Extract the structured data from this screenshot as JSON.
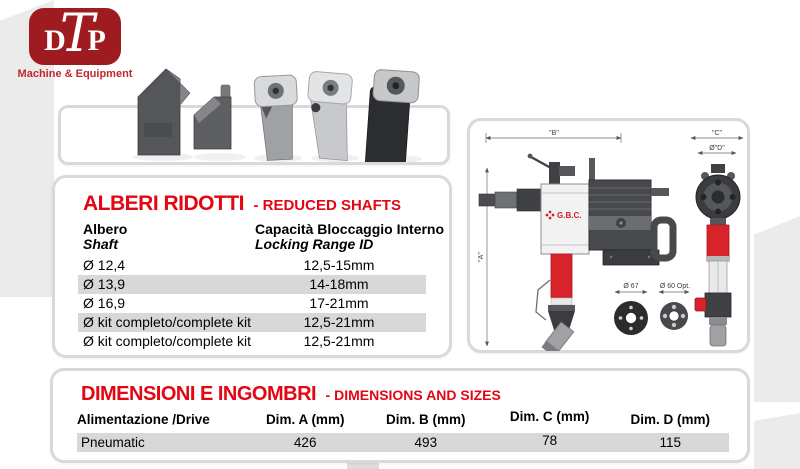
{
  "logo": {
    "letter_d": "D",
    "letter_t": "T",
    "letter_p": "P",
    "tagline": "Machine & Equipment"
  },
  "reduced_shafts": {
    "title_it": "ALBERI RIDOTTI",
    "title_en": "- REDUCED SHAFTS",
    "columns": {
      "shaft_it": "Albero",
      "shaft_en": "Shaft",
      "range_it": "Capacità Bloccaggio Interno",
      "range_en": "Locking Range ID"
    },
    "rows": [
      {
        "shaft": "Ø 12,4",
        "range": "12,5-15mm"
      },
      {
        "shaft": "Ø 13,9",
        "range": "14-18mm"
      },
      {
        "shaft": "Ø 16,9",
        "range": "17-21mm"
      },
      {
        "shaft": "Ø kit completo/complete kit",
        "range": "12,5-21mm"
      },
      {
        "shaft": "Ø kit completo/complete kit",
        "range": "12,5-21mm"
      }
    ]
  },
  "dimensions": {
    "title_it": "DIMENSIONI E INGOMBRI",
    "title_en": "- DIMENSIONS AND SIZES",
    "headers": [
      "Alimentazione /Drive",
      "Dim. A (mm)",
      "Dim. B (mm)",
      "Dim. C (mm)",
      "Dim. D (mm)"
    ],
    "row": [
      "Pneumatic",
      "426",
      "493",
      "78",
      "115"
    ]
  },
  "drawing": {
    "brand": "G.B.C.",
    "dim_a": "\"A\"",
    "dim_b": "\"B\"",
    "dim_c": "\"C\"",
    "dim_d": "Ø\"D\"",
    "flange_main": "Ø 67",
    "flange_optional": "Ø 60 Opt."
  },
  "colors": {
    "heading_red": "#e30613",
    "logo_red": "#9e1b1f",
    "stripe_gray": "#d8d8d8",
    "machine_red": "#d8232a"
  }
}
